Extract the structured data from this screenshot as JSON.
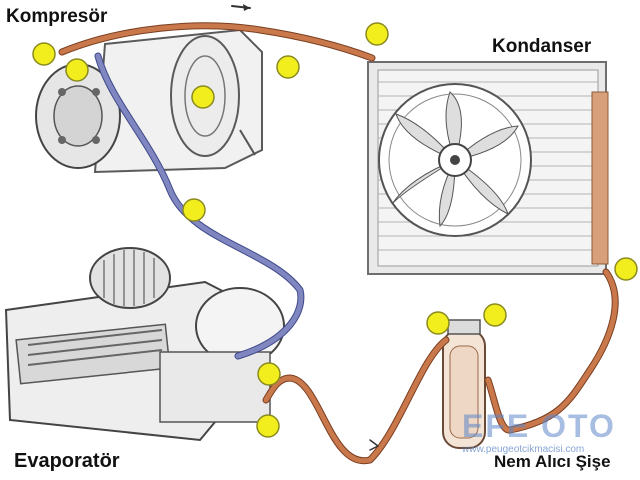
{
  "labels": {
    "compressor": "Kompresör",
    "condenser": "Kondanser",
    "evaporator": "Evaporatör",
    "receiver_drier": "Nem Alıcı Şişe"
  },
  "watermark": {
    "brand": "EFE OTO",
    "url": "www.peugeotcikmacisi.com"
  },
  "colors": {
    "high_pressure_line": "#c8784a",
    "low_pressure_line": "#7f86c0",
    "marker_fill": "#f2ee1e",
    "marker_stroke": "#8a8a20"
  },
  "markers": [
    {
      "id": "komp-outlet-1"
    },
    {
      "id": "komp-outlet-2"
    },
    {
      "id": "komp-body"
    },
    {
      "id": "hp-line-top"
    },
    {
      "id": "kond-inlet"
    },
    {
      "id": "lp-line-mid"
    },
    {
      "id": "kond-outlet"
    },
    {
      "id": "drier-inlet"
    },
    {
      "id": "drier-outlet"
    },
    {
      "id": "evap-inlet"
    },
    {
      "id": "evap-outlet"
    }
  ]
}
